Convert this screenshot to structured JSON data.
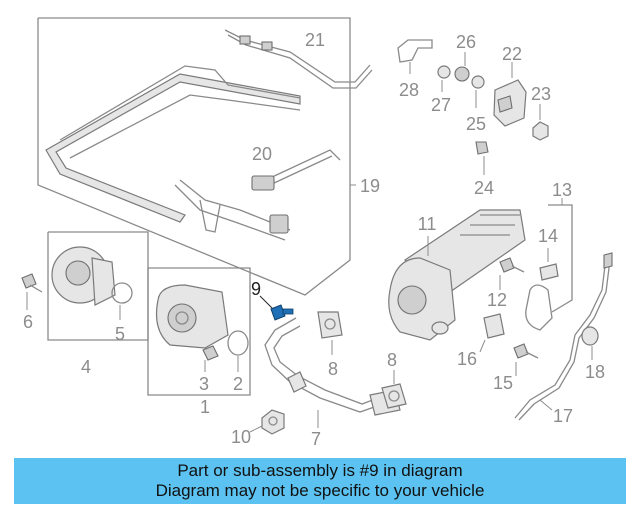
{
  "highlight_color": "#1e6fb5",
  "banner_color": "#5bc2f1",
  "callouts": [
    "1",
    "2",
    "3",
    "4",
    "5",
    "6",
    "7",
    "8",
    "8",
    "9",
    "10",
    "11",
    "12",
    "13",
    "14",
    "15",
    "16",
    "17",
    "18",
    "19",
    "20",
    "21",
    "22",
    "23",
    "24",
    "25",
    "26",
    "27",
    "28"
  ],
  "caption": {
    "line1": "Part or sub-assembly is #9 in diagram",
    "line2": "Diagram may not be specific to your vehicle"
  }
}
